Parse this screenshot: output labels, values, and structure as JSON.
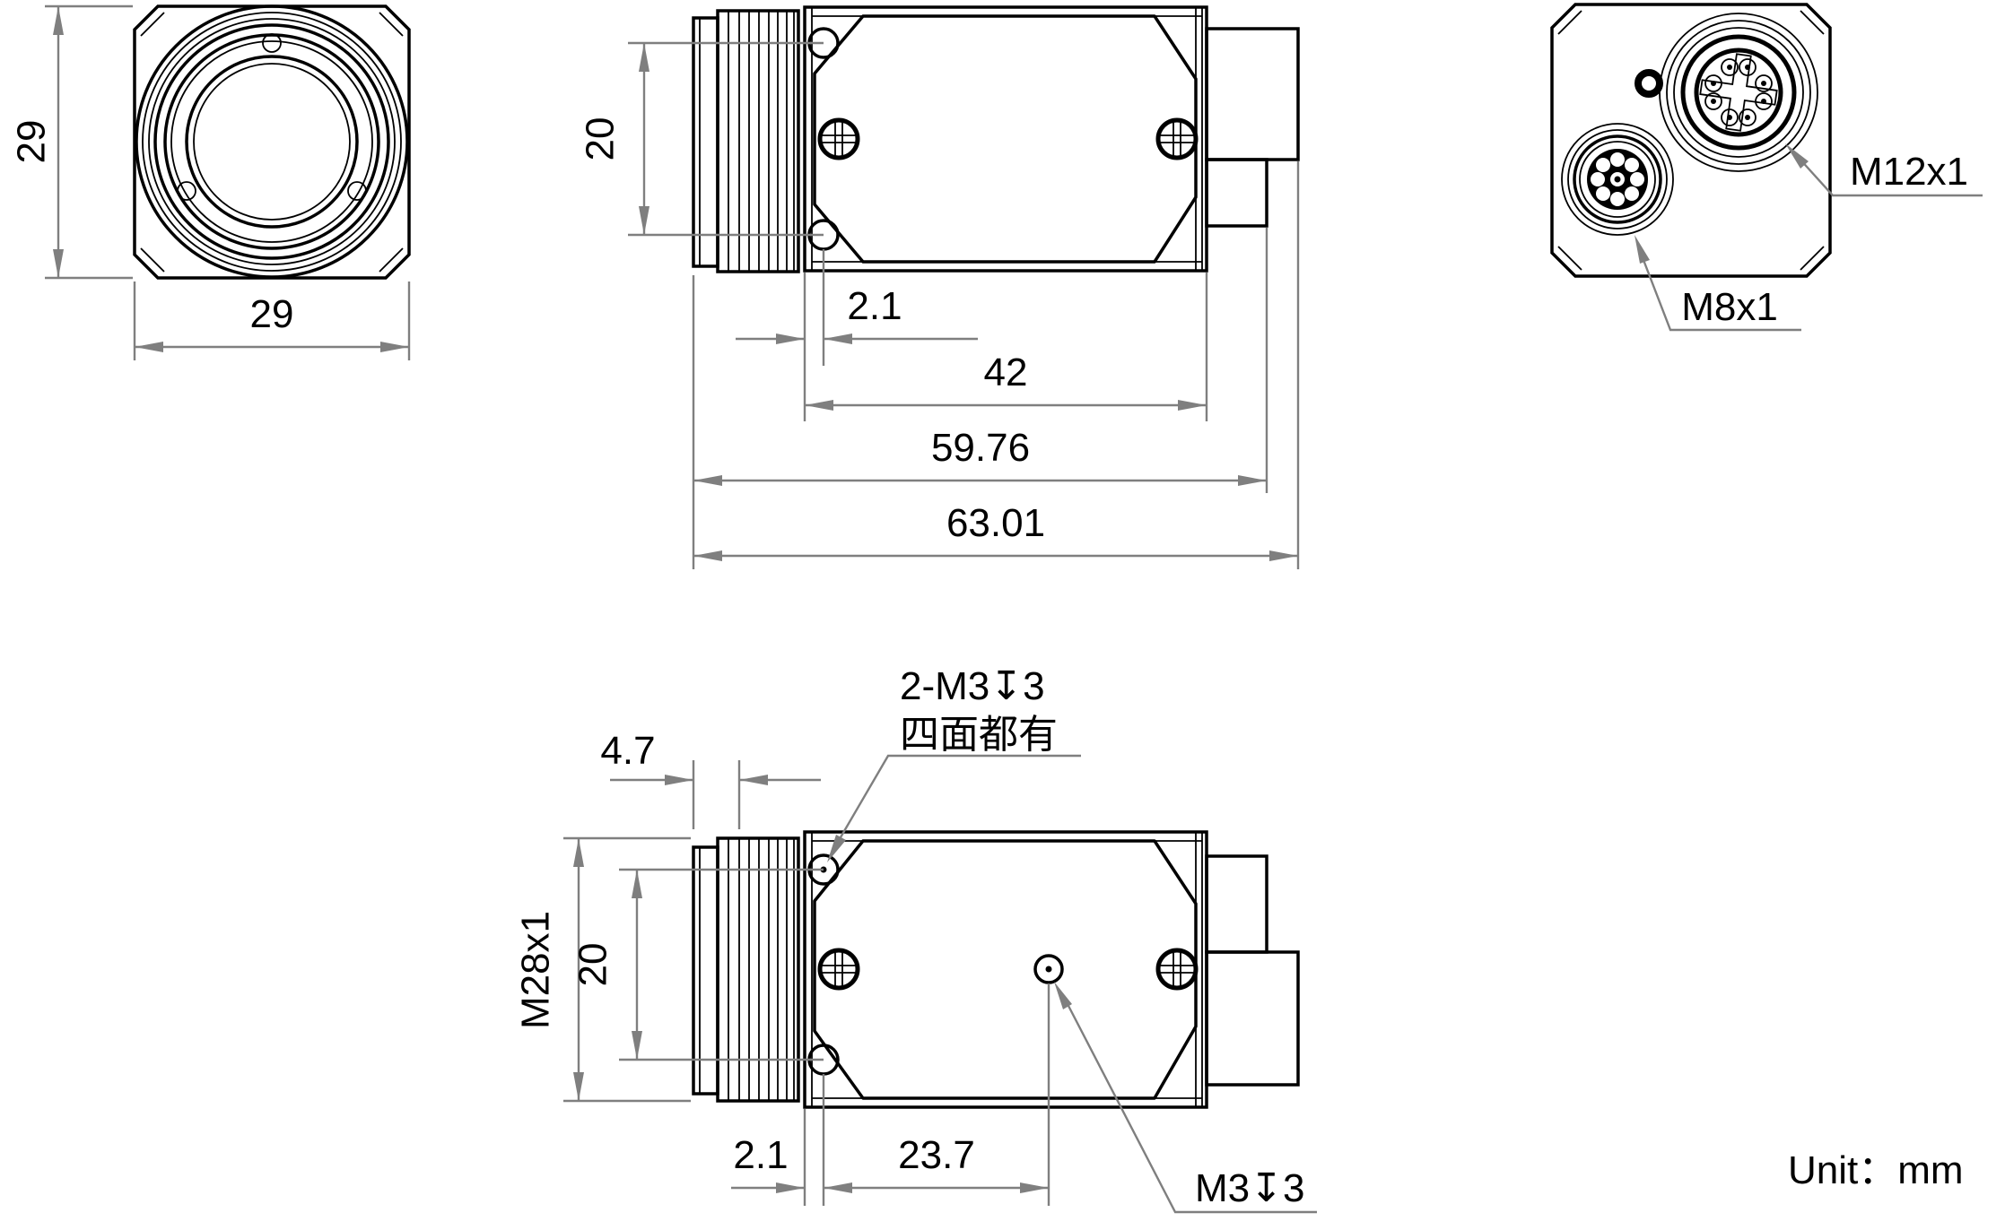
{
  "drawing": {
    "type": "camera-outline-dimension-drawing",
    "unit_note": "Unit：mm",
    "colors": {
      "line": "#000000",
      "dimension": "#7f7f7f",
      "background": "#ffffff"
    },
    "views": {
      "front": {
        "title": "front-view",
        "dim_height": "29",
        "dim_width": "29"
      },
      "side": {
        "title": "top-side-view",
        "dim_hole_spacing": "20",
        "dim_hole_offset": "2.1",
        "dim_body_length": "42",
        "dim_length_to_body_rear": "59.76",
        "dim_overall_length": "63.01"
      },
      "rear": {
        "title": "rear-connector-view",
        "connector_large_label": "M12x1",
        "connector_small_label": "M8x1"
      },
      "bottom": {
        "title": "bottom-view",
        "dim_flange_depth": "4.7",
        "mount_thread_label": "M28x1",
        "dim_hole_spacing": "20",
        "dim_hole_offset": "2.1",
        "dim_center_hole_offset": "23.7",
        "side_holes_note_line1": "2-M3↧3",
        "side_holes_note_line2": "四面都有",
        "center_hole_label": "M3↧3"
      }
    }
  }
}
